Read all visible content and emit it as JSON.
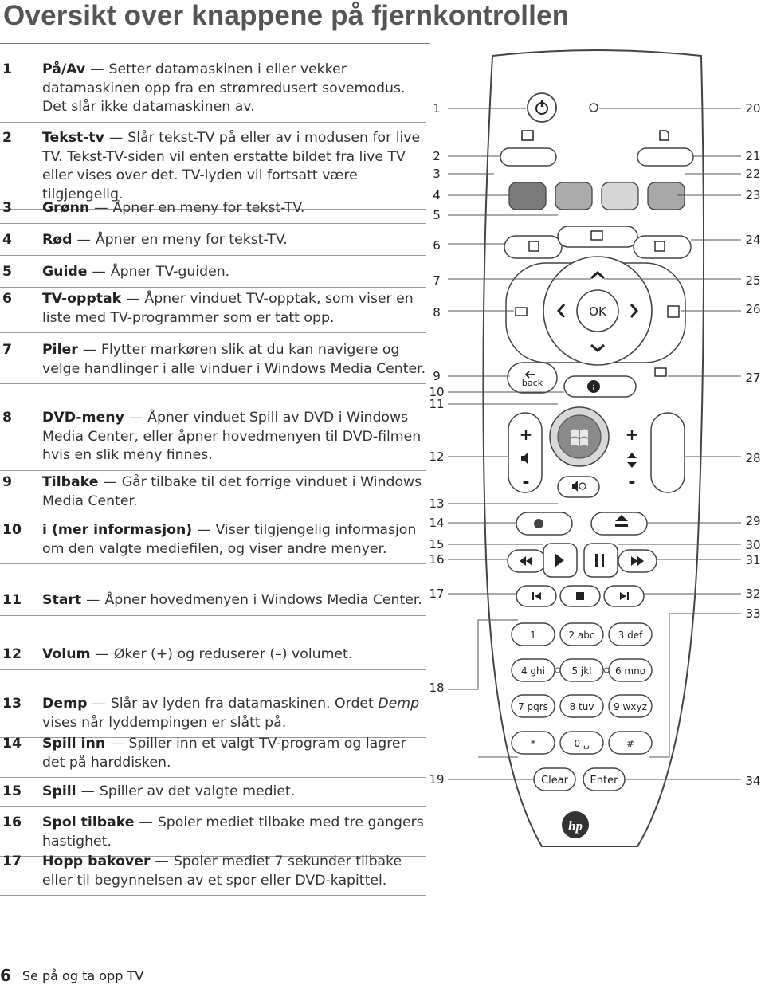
{
  "title": "Oversikt over knappene på fjernkontrollen",
  "items": [
    {
      "num": "1",
      "term": "På/Av",
      "sep": "—",
      "pre": "Setter datamaskinen i eller vekker datamaskinen opp fra en strømredusert sovemodus. Det slår ikke datamaskinen av.",
      "em": "",
      "post": ""
    },
    {
      "num": "2",
      "term": "Tekst-tv",
      "sep": "—",
      "pre": "Slår tekst-TV på eller av i modusen for live TV. Tekst-TV-siden vil enten erstatte bildet fra live TV eller vises over det. TV-lyden vil fortsatt være tilgjengelig.",
      "em": "",
      "post": ""
    },
    {
      "num": "3",
      "term": "Grønn",
      "sep": "—",
      "pre": "Åpner en meny for tekst-TV.",
      "em": "",
      "post": ""
    },
    {
      "num": "4",
      "term": "Rød",
      "sep": "—",
      "pre": "Åpner en meny for tekst-TV.",
      "em": "",
      "post": ""
    },
    {
      "num": "5",
      "term": "Guide",
      "sep": "—",
      "pre": "Åpner TV-guiden.",
      "em": "",
      "post": ""
    },
    {
      "num": "6",
      "term": "TV-opptak",
      "sep": "—",
      "pre": "Åpner vinduet TV-opptak, som viser en liste med TV-programmer som er tatt opp.",
      "em": "",
      "post": ""
    },
    {
      "num": "7",
      "term": "Piler",
      "sep": "—",
      "pre": "Flytter markøren slik at du kan navigere og velge handlinger i alle vinduer i Windows Media Center.",
      "em": "",
      "post": ""
    },
    {
      "num": "8",
      "term": "DVD-meny",
      "sep": "—",
      "pre": "Åpner vinduet Spill av DVD i Windows Media Center, eller åpner hovedmenyen til DVD-filmen hvis en slik meny finnes.",
      "em": "",
      "post": ""
    },
    {
      "num": "9",
      "term": "Tilbake",
      "sep": "—",
      "pre": "Går tilbake til det forrige vinduet i Windows Media Center.",
      "em": "",
      "post": ""
    },
    {
      "num": "10",
      "term": "i (mer informasjon)",
      "sep": "—",
      "pre": "Viser tilgjengelig informasjon om den valgte mediefilen, og viser andre menyer.",
      "em": "",
      "post": ""
    },
    {
      "num": "11",
      "term": "Start",
      "sep": "—",
      "pre": "Åpner hovedmenyen i Windows Media Center.",
      "em": "",
      "post": ""
    },
    {
      "num": "12",
      "term": "Volum",
      "sep": "—",
      "pre": "Øker (+) og reduserer (–) volumet.",
      "em": "",
      "post": ""
    },
    {
      "num": "13",
      "term": "Demp",
      "sep": "—",
      "pre": "Slår av lyden fra datamaskinen. Ordet ",
      "em": "Demp",
      "post": " vises når lyddempingen er slått på."
    },
    {
      "num": "14",
      "term": "Spill inn",
      "sep": "—",
      "pre": "Spiller inn et valgt TV-program og lagrer det på harddisken.",
      "em": "",
      "post": ""
    },
    {
      "num": "15",
      "term": "Spill",
      "sep": "—",
      "pre": "Spiller av det valgte mediet.",
      "em": "",
      "post": ""
    },
    {
      "num": "16",
      "term": "Spol tilbake",
      "sep": "—",
      "pre": "Spoler mediet tilbake med tre gangers hastighet.",
      "em": "",
      "post": ""
    },
    {
      "num": "17",
      "term": "Hopp bakover",
      "sep": "—",
      "pre": "Spoler mediet 7 sekunder tilbake eller til begynnelsen av et spor eller DVD-kapittel.",
      "em": "",
      "post": ""
    }
  ],
  "remote": {
    "callouts_left": [
      "1",
      "2",
      "3",
      "4",
      "5",
      "6",
      "7",
      "8",
      "9",
      "10",
      "11",
      "12",
      "13",
      "14",
      "15",
      "16",
      "17",
      "18",
      "19"
    ],
    "callouts_right": [
      "20",
      "21",
      "22",
      "23",
      "24",
      "25",
      "26",
      "27",
      "28",
      "29",
      "30",
      "31",
      "32",
      "33",
      "34"
    ],
    "ok_label": "OK",
    "back_label": "back",
    "keypad": [
      "1",
      "2 abc",
      "3 def",
      "4 ghi",
      "5 jkl",
      "6 mno",
      "7 pqrs",
      "8 tuv",
      "9 wxyz",
      "*",
      "0 ␣",
      "#"
    ],
    "clear_label": "Clear",
    "enter_label": "Enter",
    "logo_text": "hp",
    "button_colors": [
      "#7a7a7a",
      "#ababab",
      "#d6d6d6",
      "#a8a8a8"
    ]
  },
  "footer": {
    "page_number": "6",
    "text": "Se på og ta opp TV"
  }
}
